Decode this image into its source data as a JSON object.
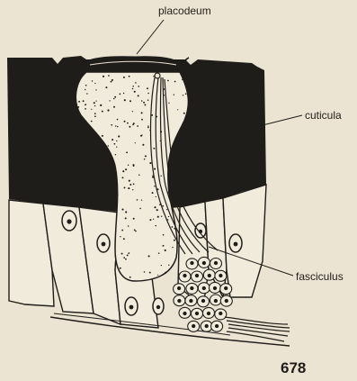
{
  "labels": {
    "placodeum": "placodeum",
    "cuticula": "cuticula",
    "fasciculus": "fasciculus"
  },
  "page_number": "678",
  "colors": {
    "paper": "#ece4d2",
    "ink": "#1f1d1a",
    "cell_fill": "#f1ebdc"
  }
}
